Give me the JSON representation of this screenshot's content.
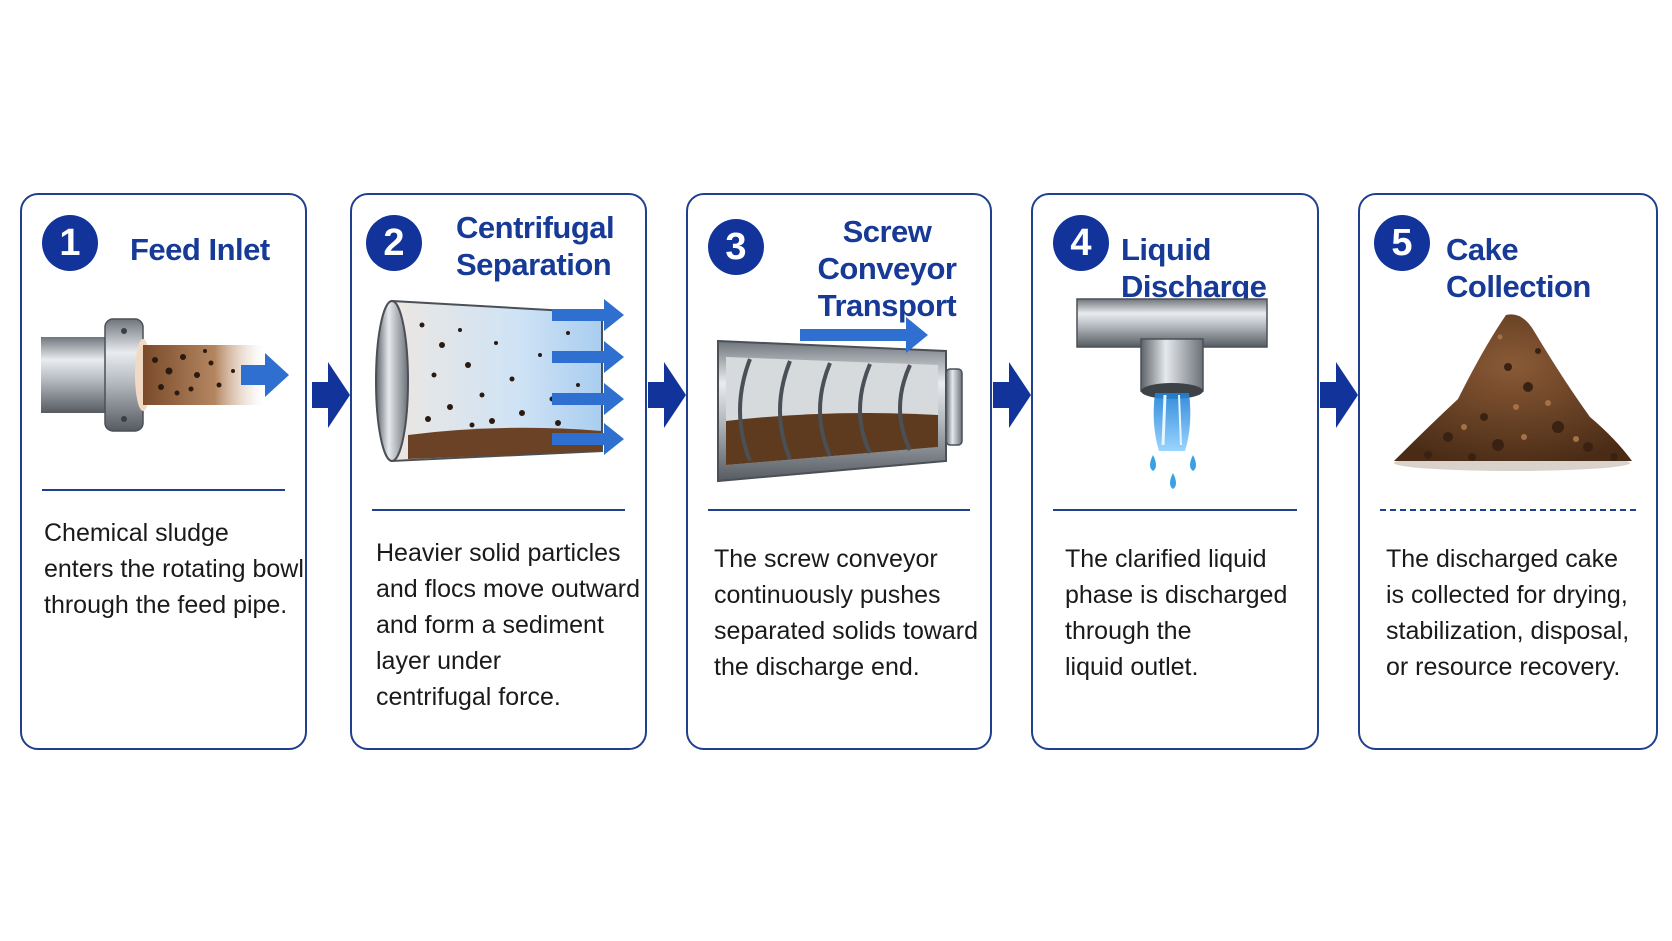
{
  "steps": [
    {
      "number": "1",
      "title": "Feed Inlet",
      "description": "Chemical sludge\nenters the rotating bowl\nthrough the feed pipe.",
      "icon": "feed-pipe-icon"
    },
    {
      "number": "2",
      "title": "Centrifugal\nSeparation",
      "description": "Heavier solid particles\nand flocs move outward\nand form a sediment\nlayer under\ncentrifugal force.",
      "icon": "centrifuge-bowl-icon"
    },
    {
      "number": "3",
      "title": "Screw Conveyor\nTransport",
      "description": "The screw conveyor\ncontinuously pushes\nseparated solids toward\nthe discharge end.",
      "icon": "screw-conveyor-icon"
    },
    {
      "number": "4",
      "title": "Liquid Discharge",
      "description": "The clarified liquid\nphase is discharged\nthrough the\nliquid outlet.",
      "icon": "liquid-outlet-icon"
    },
    {
      "number": "5",
      "title": "Cake Collection",
      "description": "The discharged cake\nis collected for drying,\nstabilization, disposal,\nor resource recovery.",
      "icon": "sludge-cake-pile-icon"
    }
  ],
  "colors": {
    "accent_navy": "#12349a",
    "border": "#1f3f8f",
    "arrow_blue": "#2f6fd0",
    "sludge_brown": "#6b4226",
    "water_blue": "#3aa0e6"
  }
}
